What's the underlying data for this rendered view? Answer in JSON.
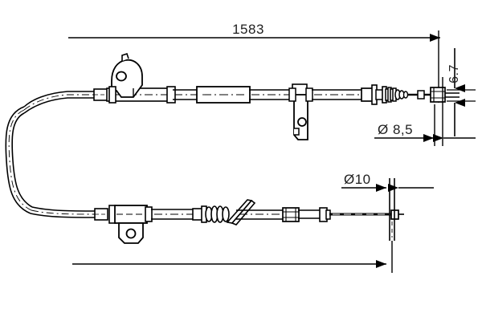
{
  "drawing": {
    "title": "Brake cable technical drawing",
    "type": "engineering-line-drawing",
    "background_color": "#ffffff",
    "line_color": "#000000",
    "text_color": "#1f1f1f"
  },
  "dimensions": {
    "overall_length": {
      "label": "1583",
      "unit_implied": "mm",
      "orientation": "horizontal",
      "position": "top"
    },
    "height_offset": {
      "label": "6,7",
      "display": "6.7",
      "orientation": "vertical-rotated",
      "position": "right"
    },
    "diameter_large": {
      "label": "Ø 8,5",
      "orientation": "horizontal",
      "position": "right-middle"
    },
    "diameter_small": {
      "label": "Ø10",
      "orientation": "horizontal",
      "position": "right-lower"
    },
    "lower_length": {
      "label": "",
      "orientation": "horizontal",
      "position": "bottom",
      "unlabeled": true
    }
  },
  "components": {
    "upper_cable": {
      "name": "upper cable run",
      "features": [
        "end ferrule",
        "teardrop mounting bracket with oval hole",
        "cylindrical sleeve",
        "hanging bracket with hole",
        "threaded adjuster",
        "spring boot",
        "end fitting"
      ]
    },
    "lower_cable": {
      "name": "lower cable run",
      "features": [
        "end ferrule",
        "flat mounting bracket with hole",
        "bellows boot",
        "angled retaining strap",
        "cylindrical sleeve",
        "terminal end"
      ]
    },
    "bend": {
      "name": "u-bend cable loop",
      "position": "left"
    }
  }
}
